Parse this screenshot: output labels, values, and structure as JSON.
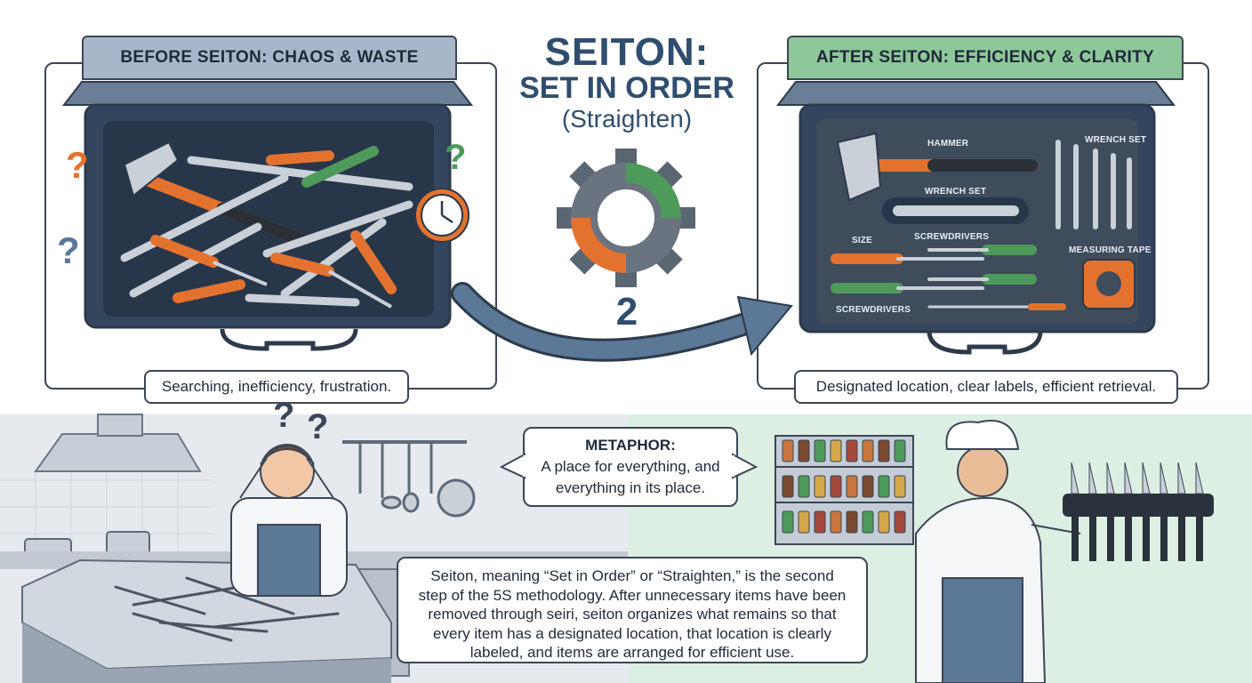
{
  "title": {
    "line1": "SEITON:",
    "line2": "SET IN ORDER",
    "line3": "(Straighten)",
    "step_number": "2"
  },
  "before": {
    "tab": "BEFORE SEITON: CHAOS & WASTE",
    "caption": "Searching, inefficiency, frustration."
  },
  "after": {
    "tab": "AFTER SEITON: EFFICIENCY & CLARITY",
    "caption": "Designated location, clear labels, efficient retrieval.",
    "labels": {
      "hammer": "HAMMER",
      "wrench_set_top": "WRENCH SET",
      "wrench_set_mid": "WRENCH SET",
      "size": "SIZE",
      "screwdrivers_top": "SCREWDRIVERS",
      "measuring_tape": "MEASURING TAPE",
      "screwdrivers_bottom": "SCREWDRIVERS"
    }
  },
  "metaphor": {
    "heading": "METAPHOR:",
    "line1": "A place for everything, and",
    "line2": "everything in its place."
  },
  "description": {
    "line1": "Seiton, meaning “Set in Order” or “Straighten,” is the second",
    "line2": "step of the 5S methodology. After unnecessary items have been",
    "line3": "removed through seiri, seiton organizes what remains so that",
    "line4": "every item has a designated location, that location is clearly",
    "line5": "labeled, and items are arranged for efficient use."
  },
  "symbols": {
    "question_mark": "?"
  },
  "colors": {
    "navy": "#2f4d6e",
    "orange": "#e4722f",
    "green": "#4e9a5a",
    "before_tab": "#a7b6c8",
    "after_tab": "#8dc79a",
    "toolbox": "#34465e"
  },
  "icons": [
    "question-icon",
    "clock-icon",
    "gear-icon",
    "arrow-icon",
    "hammer-icon",
    "wrench-icon",
    "screwdriver-icon",
    "measuring-tape-icon",
    "spice-rack-icon",
    "knife-rack-icon"
  ]
}
